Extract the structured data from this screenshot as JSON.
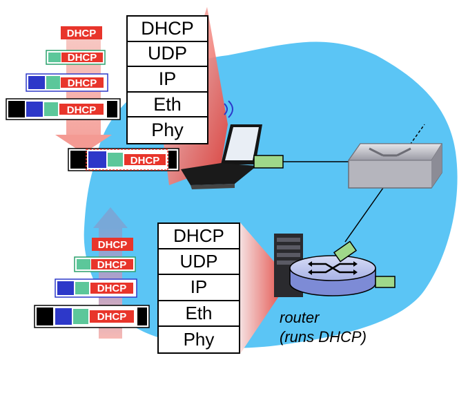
{
  "packet": {
    "tag": "DHCP"
  },
  "client_stack": {
    "layers": [
      "DHCP",
      "UDP",
      "IP",
      "Eth",
      "Phy"
    ]
  },
  "server_stack": {
    "layers": [
      "DHCP",
      "UDP",
      "IP",
      "Eth",
      "Phy"
    ]
  },
  "router": {
    "caption_line1": "router",
    "caption_line2": "(runs DHCP)"
  },
  "colors": {
    "cloud": "#5bc5f5",
    "dhcp_tag": "#e8352b",
    "udp": "#5cc79a",
    "ip": "#2d38c9",
    "eth": "#000000",
    "link_port": "#9fd88a"
  },
  "icons": [
    "laptop-icon",
    "switch-icon",
    "router-icon",
    "server-rack-icon",
    "wifi-icon"
  ]
}
